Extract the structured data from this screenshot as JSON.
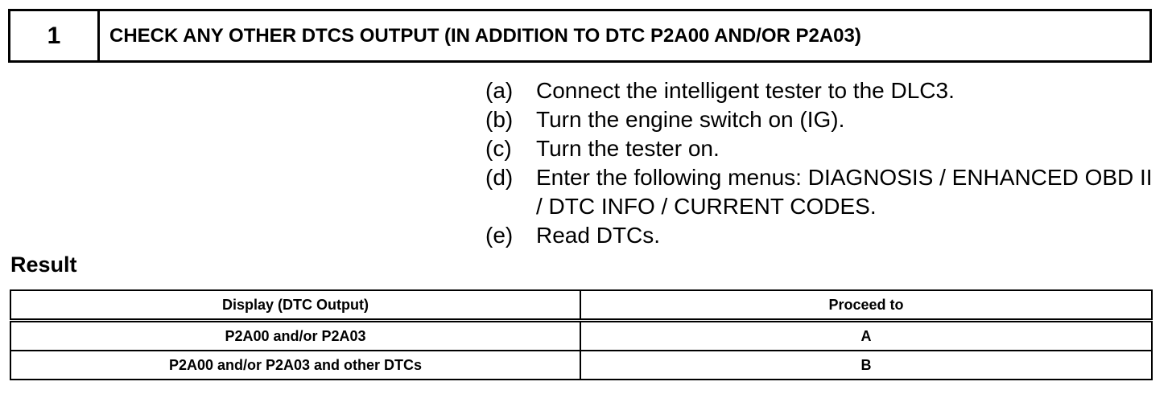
{
  "step": {
    "number": "1",
    "title": "CHECK ANY OTHER DTCS OUTPUT (IN ADDITION TO DTC P2A00 AND/OR P2A03)"
  },
  "procedure": [
    {
      "marker": "(a)",
      "text": "Connect the intelligent tester to the DLC3."
    },
    {
      "marker": "(b)",
      "text": "Turn the engine switch on (IG)."
    },
    {
      "marker": "(c)",
      "text": "Turn the tester on."
    },
    {
      "marker": "(d)",
      "text": "Enter the following menus: DIAGNOSIS / ENHANCED OBD II / DTC INFO / CURRENT CODES."
    },
    {
      "marker": "(e)",
      "text": "Read DTCs."
    }
  ],
  "result": {
    "heading": "Result",
    "table": {
      "headers": [
        "Display (DTC Output)",
        "Proceed to"
      ],
      "rows": [
        [
          "P2A00 and/or P2A03",
          "A"
        ],
        [
          "P2A00 and/or P2A03 and other DTCs",
          "B"
        ]
      ]
    }
  }
}
